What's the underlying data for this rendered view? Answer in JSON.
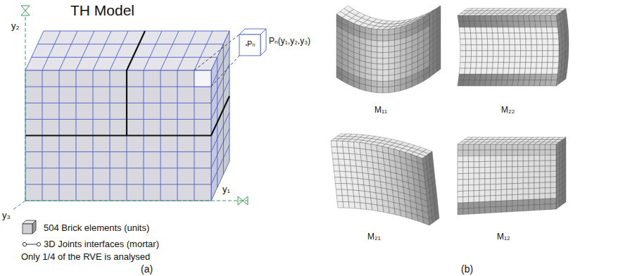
{
  "diagram": {
    "title": "TH Model",
    "labels": [
      "y₂",
      "y₁",
      "y₃",
      "Pₙ",
      "Pₙ(y₁,y₂,y₃)",
      "Only 1/4 of the RVE is analysed",
      "M₁₁",
      "M₂₂",
      "M₂₁",
      "M₁₂",
      "(a)",
      "(b)"
    ],
    "legend": [
      {
        "text": "504 Brick elements (units)"
      },
      {
        "text": "3D Joints interfaces (mortar)"
      }
    ]
  }
}
